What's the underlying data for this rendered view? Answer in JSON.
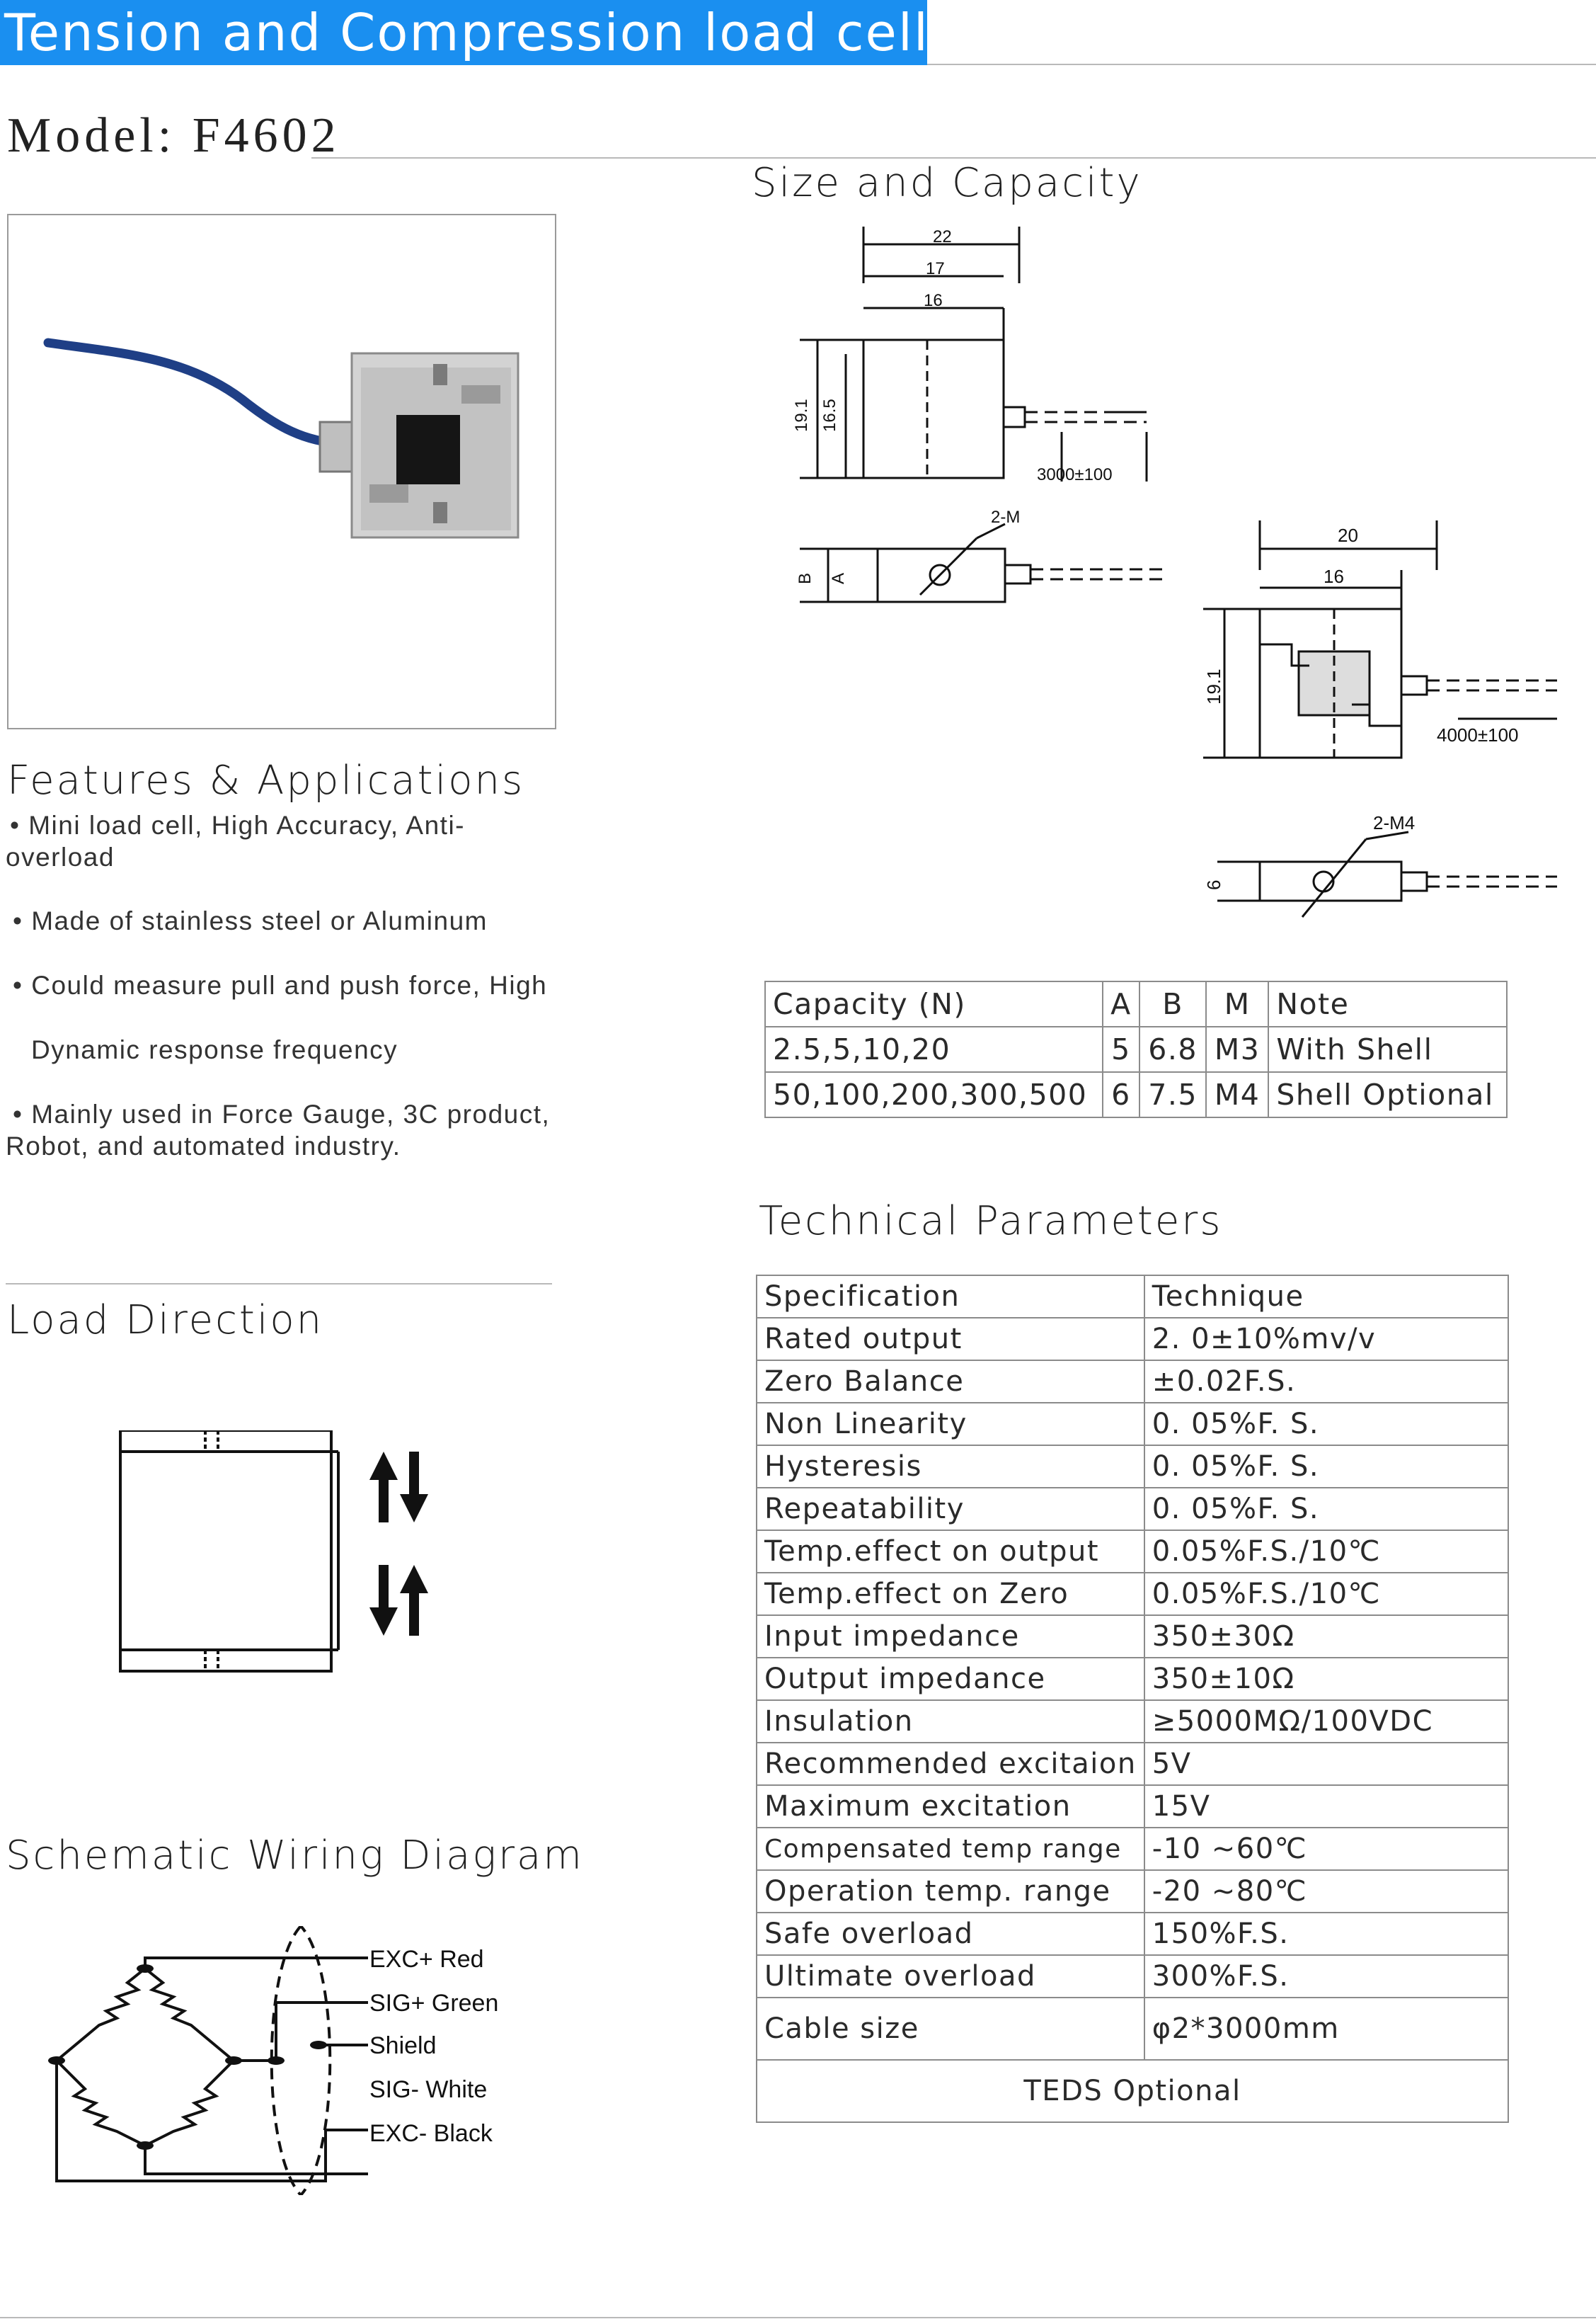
{
  "header": {
    "title": "Tension and Compression  load cell"
  },
  "model": "Model: F4602",
  "size_section": {
    "heading": "Size and Capacity",
    "drawing1": {
      "dim_22": "22",
      "dim_17": "17",
      "dim_16": "16",
      "dim_19_1": "19.1",
      "dim_16_5": "16.5",
      "cable": "3000±100",
      "thread": "2-M",
      "label_b": "B",
      "label_a": "A"
    },
    "drawing2": {
      "dim_20": "20",
      "dim_16": "16",
      "dim_19_1": "19.1",
      "cable": "4000±100",
      "thread": "2-M4",
      "dim_6": "6"
    }
  },
  "features": {
    "heading": "Features & Applications",
    "items": [
      {
        "line1": "• Mini load cell, High Accuracy, Anti-",
        "line2": "overload"
      },
      {
        "line1": "• Made of stainless steel or Aluminum",
        "line2": ""
      },
      {
        "line1": "• Could measure pull and push force, High",
        "line2": ""
      },
      {
        "line1": "Dynamic response frequency",
        "line2": ""
      },
      {
        "line1": "• Mainly used in Force Gauge, 3C product,",
        "line2": "Robot, and automated industry."
      }
    ]
  },
  "capacity_table": {
    "headers": [
      "Capacity (N)",
      "A",
      "B",
      "M",
      "Note"
    ],
    "rows": [
      [
        "2.5,5,10,20",
        "5",
        "6.8",
        "M3",
        "With Shell"
      ],
      [
        "50,100,200,300,500",
        "6",
        "7.5",
        "M4",
        "Shell Optional"
      ]
    ]
  },
  "load_direction": {
    "heading": "Load Direction"
  },
  "technical": {
    "heading": "Technical Parameters",
    "header": [
      "Specification",
      "Technique"
    ],
    "rows": [
      [
        "Rated output",
        "2. 0±10%mv/v"
      ],
      [
        "Zero Balance",
        "±0.02F.S."
      ],
      [
        "Non Linearity",
        "0. 05%F. S."
      ],
      [
        "Hysteresis",
        "0. 05%F. S."
      ],
      [
        "Repeatability",
        "0. 05%F. S."
      ],
      [
        "Temp.effect on output",
        "0.05%F.S./10℃"
      ],
      [
        "Temp.effect on Zero",
        "0.05%F.S./10℃"
      ],
      [
        "Input impedance",
        "350±30Ω"
      ],
      [
        "Output impedance",
        "350±10Ω"
      ],
      [
        "Insulation",
        "≥5000MΩ/100VDC"
      ],
      [
        "Recommended excitaion",
        "5V"
      ],
      [
        "Maximum excitation",
        "15V"
      ],
      [
        "Compensated temp range",
        "-10 ~60℃"
      ],
      [
        "Operation temp. range",
        "-20 ~80℃"
      ],
      [
        "Safe overload",
        "150%F.S."
      ],
      [
        "Ultimate overload",
        "300%F.S."
      ],
      [
        "Cable size",
        "φ2*3000mm"
      ]
    ],
    "footer": "TEDS Optional"
  },
  "wiring": {
    "heading": "Schematic Wiring Diagram",
    "labels": [
      "EXC+ Red",
      "SIG+ Green",
      "Shield",
      "SIG- White",
      "EXC- Black"
    ]
  },
  "colors": {
    "title_bar": "#1a8ff0",
    "drawing_line": "#111111",
    "cable": "#1f3f86",
    "metal": "#c9c9c9"
  }
}
